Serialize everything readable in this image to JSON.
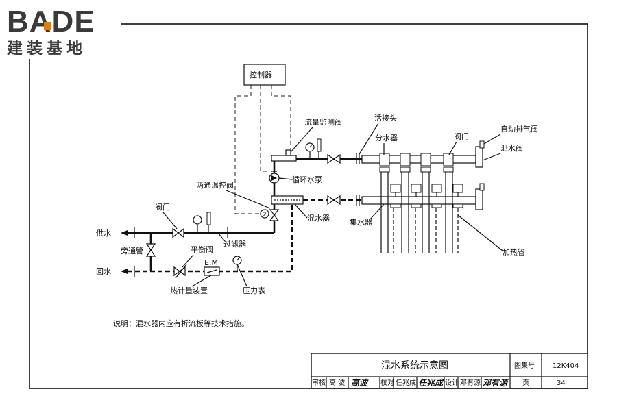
{
  "logo": {
    "brand": "BADE",
    "subtitle": "建装基地"
  },
  "labels": {
    "controller": "控制器",
    "flow_valve": "流量监测阀",
    "union": "活接头",
    "distributor": "分水器",
    "valve_top": "阀门",
    "auto_air_vent": "自动排气阀",
    "drain_valve": "泄水阀",
    "circulating_pump": "循环水泵",
    "two_way_valve": "两通温控阀",
    "mixer": "混水器",
    "collector": "集水器",
    "heating_pipe": "加热管",
    "valve_left": "阀门",
    "supply": "供水",
    "bypass": "旁通管",
    "balance_valve": "平衡阀",
    "filter": "过滤器",
    "return": "回水",
    "em": "E.M",
    "heat_meter": "热计量装置",
    "pressure_gauge": "压力表"
  },
  "note": "说明：混水器内应有折流板等技术措施。",
  "title_block": {
    "title": "混水系统示意图",
    "atlas_label": "图集号",
    "atlas_value": "12K404",
    "review_label": "审核",
    "reviewer": "高  波",
    "reviewer_sig": "高波",
    "check_label": "校对",
    "checker": "任兆成",
    "checker_sig": "任兆成",
    "design_label": "设计",
    "designer": "邓有源",
    "designer_sig": "邓有源",
    "page_label": "页",
    "page_value": "34"
  }
}
